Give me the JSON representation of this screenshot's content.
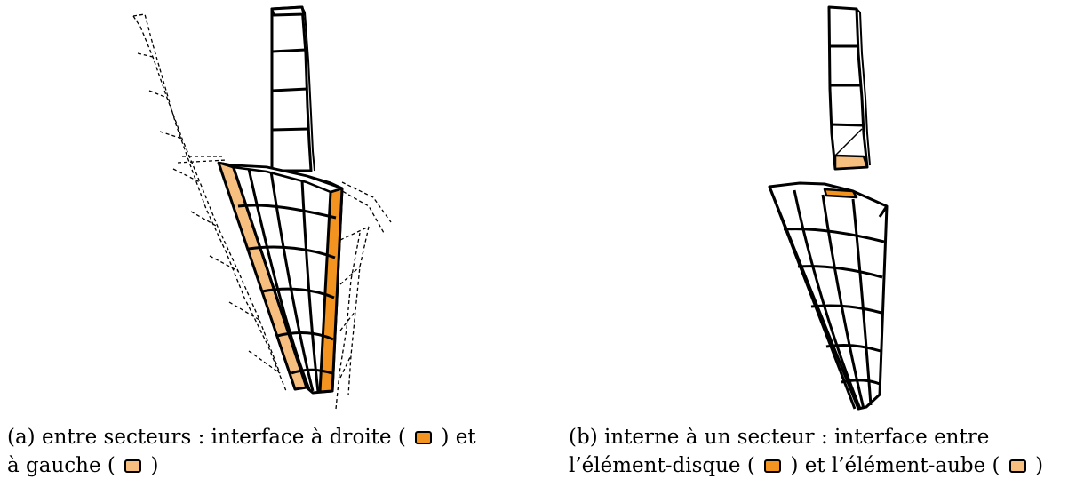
{
  "colors": {
    "dark": "#f39420",
    "light": "#f6be7f",
    "line": "#000000"
  },
  "captions": {
    "a": {
      "line1": "(a) entre secteurs : interface à droite (",
      "mid1": ") et",
      "line2": "à gauche (",
      "end": ")",
      "swatch1": "dark-orange-swatch",
      "swatch2": "light-orange-swatch"
    },
    "b": {
      "line1": "(b) interne à un secteur : interface entre",
      "line2": "l’élément-disque (",
      "mid": ") et l’élément-aube (",
      "end": ")",
      "swatch1": "dark-orange-swatch",
      "swatch2": "light-orange-swatch"
    }
  }
}
